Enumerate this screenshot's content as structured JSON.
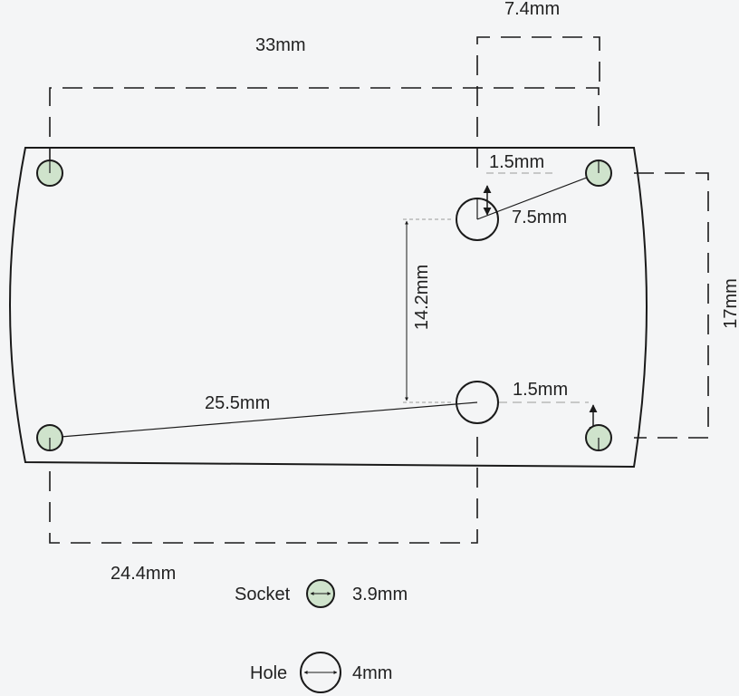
{
  "dimensions": {
    "top_width": "33mm",
    "right_offset": "7.4mm",
    "socket_hole_offset_top": "1.5mm",
    "hole_to_socket": "7.5mm",
    "hole_spacing": "14.2mm",
    "socket_spacing_vertical": "17mm",
    "diagonal": "25.5mm",
    "socket_hole_offset_bottom": "1.5mm",
    "bottom_width": "24.4mm"
  },
  "legend": {
    "socket_label": "Socket",
    "socket_size": "3.9mm",
    "hole_label": "Hole",
    "hole_size": "4mm"
  },
  "colors": {
    "socket_fill": "#cfe3cc",
    "stroke": "#1a1a1a",
    "dash": "#1a1a1a",
    "thin_line": "#9a9a9a"
  }
}
